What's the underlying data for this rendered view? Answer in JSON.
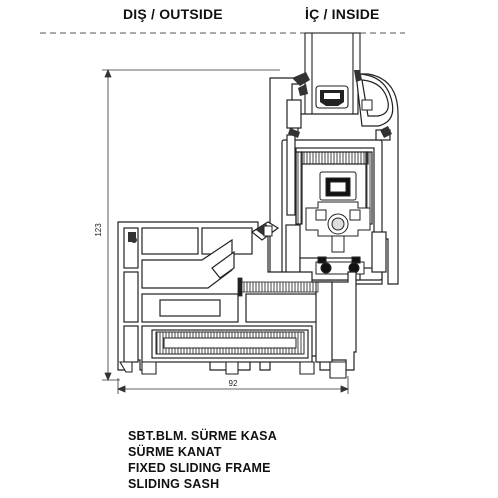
{
  "labels": {
    "outside": "DIŞ / OUTSIDE",
    "inside": "İÇ / INSIDE"
  },
  "dimensions": {
    "height": "123",
    "width": "92"
  },
  "captions": [
    "SBT.BLM. SÜRME KASA",
    "SÜRME KANAT",
    "FIXED SLIDING FRAME",
    "SLIDING SASH"
  ],
  "colors": {
    "stroke": "#222222",
    "profile_fill": "#ffffff",
    "hatch": "#9a9a9a",
    "gasket": "#333333"
  }
}
